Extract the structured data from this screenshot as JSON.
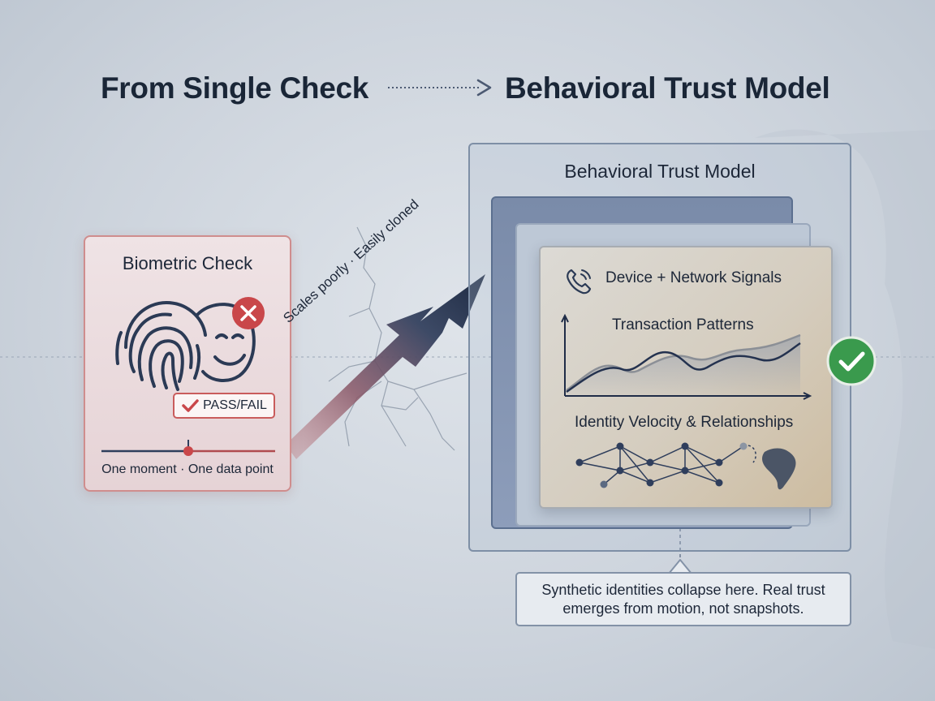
{
  "titles": {
    "left": "From Single Check",
    "right": "Behavioral Trust Model"
  },
  "biometric_card": {
    "title": "Biometric Check",
    "badge": "PASS/FAIL",
    "caption": "One moment · One data point",
    "icons": [
      "fingerprint-icon",
      "face-icon",
      "fail-x-icon",
      "checkmark-icon"
    ],
    "accent_color": "#c95c5c"
  },
  "arrow": {
    "caption": "Scales poorly · Easily cloned"
  },
  "trust_model": {
    "title": "Behavioral Trust Model",
    "signals": {
      "device": "Device + Network Signals",
      "transaction": "Transaction Patterns",
      "identity": "Identity Velocity & Relationships"
    },
    "icons": [
      "phone-icon",
      "line-chart-icon",
      "network-graph-icon",
      "africa-map-icon",
      "success-check-icon"
    ],
    "success_color": "#3a9a4d"
  },
  "callout": {
    "text": "Synthetic identities collapse here. Real trust emerges from motion, not snapshots."
  }
}
